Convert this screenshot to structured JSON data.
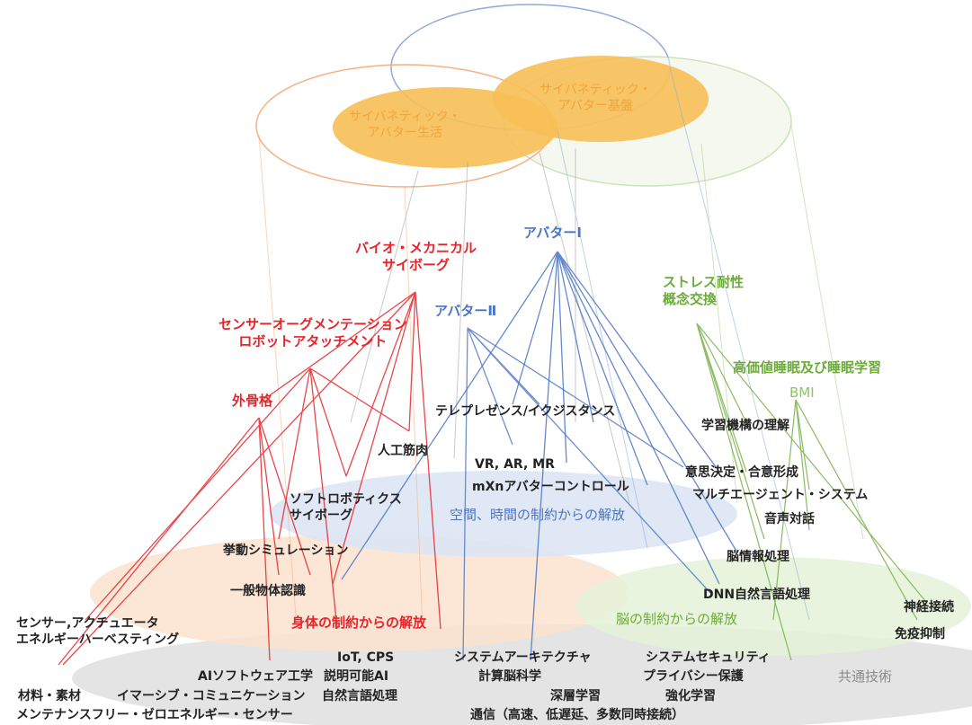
{
  "colors": {
    "red": "#e8242b",
    "blue": "#4a74c4",
    "green": "#6cab3a",
    "orange": "#f4b24a",
    "gray": "#8a8a8a",
    "text": "#222222"
  },
  "top": {
    "life": [
      "サイバネティック・",
      "アバター生活"
    ],
    "base": [
      "サイバネティック・",
      "アバター基盤"
    ]
  },
  "avatar1": "アバターⅠ",
  "avatar2": "アバターⅡ",
  "bio": [
    "バイオ・メカニカル",
    "サイボーグ"
  ],
  "sensor_aug": [
    "センサーオーグメンテーション",
    "ロボットアタッチメント"
  ],
  "exoskeleton": "外骨格",
  "stress": [
    "ストレス耐性",
    "概念交換"
  ],
  "sleep": "高価値睡眠及び睡眠学習",
  "bmi": "BMI",
  "telepresence": "テレプレゼンス/イクジスタンス",
  "learning_mech": "学習機構の理解",
  "artificial_muscle": "人工筋肉",
  "vr": "VR, AR, MR",
  "mxn": "mXnアバターコントロール",
  "decision": "意思決定・合意形成",
  "multiagent": "マルチエージェント・システム",
  "soft_robotics": [
    "ソフトロボティクス",
    "サイボーグ"
  ],
  "space_time": "空間、時間の制約からの解放",
  "voice": "音声対話",
  "motion_sim": "挙動シミュレーション",
  "brain_info": "脳情報処理",
  "object_recog": "一般物体認識",
  "dnn": "DNN自然言語処理",
  "body_release": "身体の制約からの解放",
  "brain_release": "脳の制約からの解放",
  "sensor_actuator": [
    "センサー,アクチュエータ",
    "エネルギーハーベスティング"
  ],
  "neural": "神経接続",
  "immune": "免疫抑制",
  "iot": "IoT, CPS",
  "explainable_ai": "説明可能AI",
  "nlp": "自然言語処理",
  "ai_software": "AIソフトウェア工学",
  "immersive": "イマーシブ・コミュニケーション",
  "materials": "材料・素材",
  "maintenance": "メンテナンスフリー・ゼロエネルギー・センサー",
  "sys_arch": "システムアーキテクチャ",
  "comp_brain": "計算脳科学",
  "deep_learning": "深層学習",
  "communication": "通信（高速、低遅延、多数同時接続）",
  "sys_security": "システムセキュリティ",
  "privacy": "プライバシー保護",
  "reinforcement": "強化学習",
  "common_tech": "共通技術"
}
